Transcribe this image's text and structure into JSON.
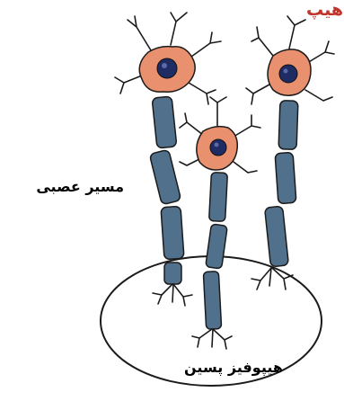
{
  "header_fragment": "هیپ",
  "labels": {
    "nerve_tract": "مسیر عصبی",
    "posterior_pituitary": "هیپوفیز پسین"
  },
  "colors": {
    "cell_body": "#e9906f",
    "nucleus": "#1f2b63",
    "axon": "#50708c",
    "outline": "#1b1b1b",
    "title": "#c0342a"
  },
  "diagram": {
    "neuron_count": 3,
    "axon_terminals_in_gland": 3
  }
}
